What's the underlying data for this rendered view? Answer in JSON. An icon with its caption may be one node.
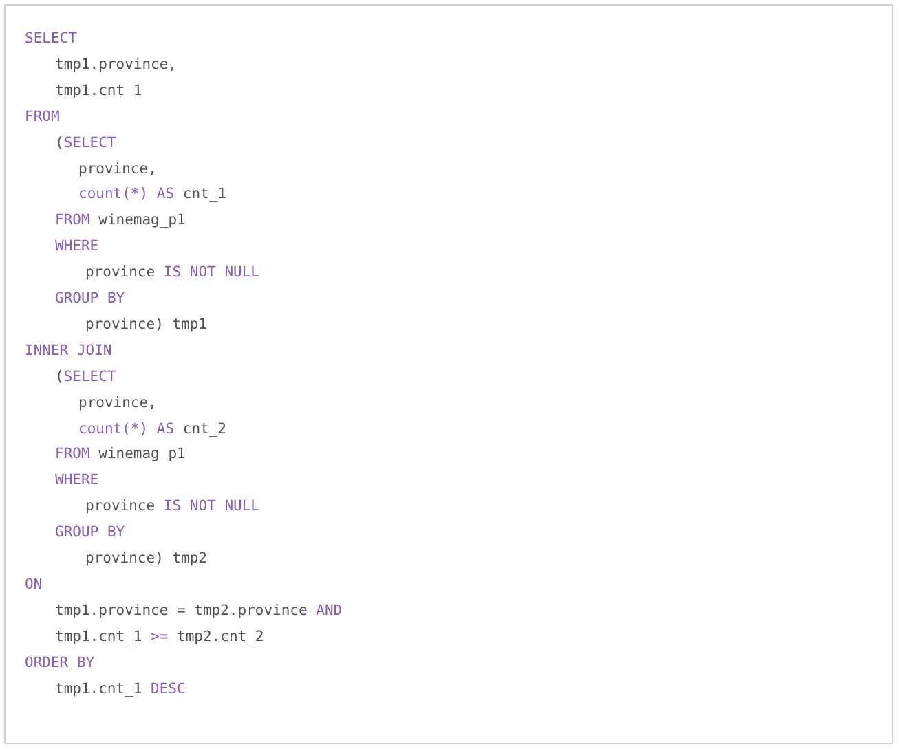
{
  "diagram": {
    "labels": [
      "SELECT",
      "tmp1.province,",
      "tmp1.cnt_1",
      "FROM",
      "(SELECT",
      "province,",
      "count(*) AS cnt_1",
      "FROM winemag_p1",
      "WHERE",
      "province IS NOT NULL",
      "GROUP BY",
      "province) tmp1",
      "INNER JOIN",
      "(SELECT",
      "province,",
      "count(*) AS cnt_2",
      "FROM winemag_p1",
      "WHERE",
      "province IS NOT NULL",
      "GROUP BY",
      "province) tmp2",
      "ON",
      "tmp1.province = tmp2.province AND",
      "tmp1.cnt_1 >= tmp2.cnt_2",
      "ORDER BY",
      "tmp1.cnt_1 DESC"
    ]
  }
}
